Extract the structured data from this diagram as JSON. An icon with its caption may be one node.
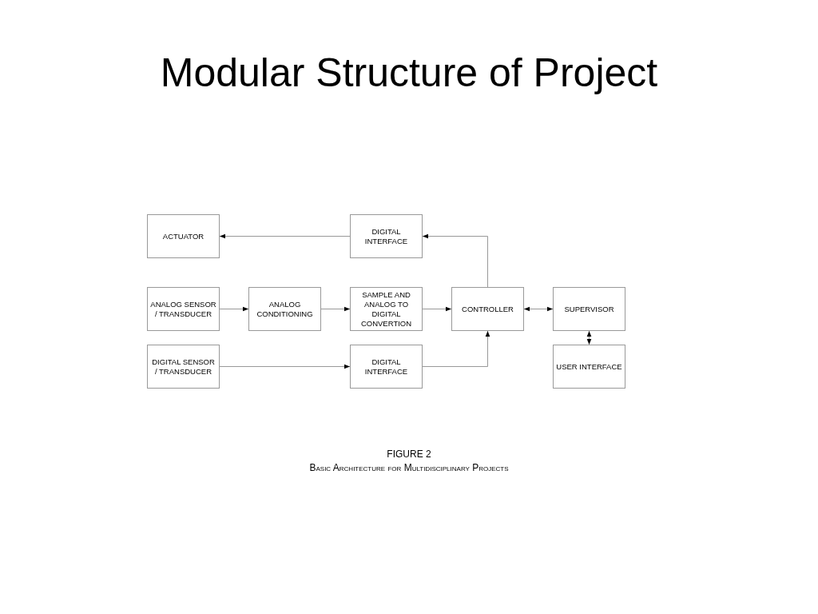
{
  "diagram": {
    "title": "Modular Structure of Project",
    "caption": "Basic Architecture for Multidisciplinary Projects",
    "nodes": [
      {
        "text": [
          "ACTUATOR"
        ]
      },
      {
        "text": [
          "DIGITAL INTERFACE"
        ]
      },
      {
        "text": [
          "ANALOG SENSOR / TRANSDUCER"
        ]
      },
      {
        "text": [
          "ANALOG CONDITIONING"
        ]
      },
      {
        "text": [
          "SAMPLE AND ANALOG TO DIGITAL CONVERTION"
        ]
      },
      {
        "text": [
          "CONTROLLER"
        ]
      },
      {
        "text": [
          "SUPERVISOR"
        ]
      },
      {
        "text": [
          "DIGITAL SENSOR / TRANSDUCER"
        ]
      },
      {
        "text": [
          "DIGITAL INTERFACE"
        ]
      },
      {
        "text": [
          "USER INTERFACE"
        ]
      }
    ],
    "edges": [
      {
        "from": 1,
        "to": 0,
        "arrow": "to"
      },
      {
        "from": 5,
        "to": 1,
        "arrow": "to"
      },
      {
        "from": 2,
        "to": 3,
        "arrow": "to"
      },
      {
        "from": 3,
        "to": 4,
        "arrow": "to"
      },
      {
        "from": 4,
        "to": 5,
        "arrow": "to"
      },
      {
        "from": 5,
        "to": 6,
        "arrow": "both"
      },
      {
        "from": 6,
        "to": 9,
        "arrow": "both"
      },
      {
        "from": 7,
        "to": 8,
        "arrow": "to"
      },
      {
        "from": 8,
        "to": 5,
        "arrow": "to"
      }
    ],
    "labels": [
      "FIGURE 2"
    ]
  }
}
